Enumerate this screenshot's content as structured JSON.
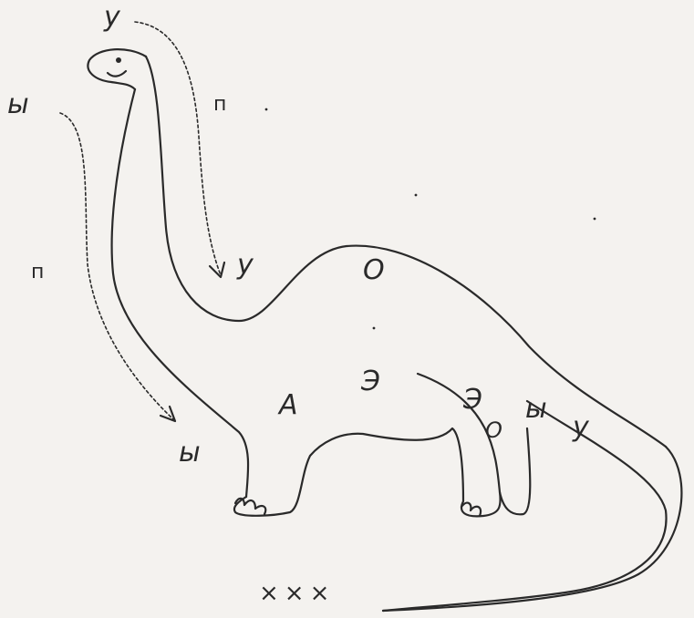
{
  "labels": {
    "y_top": "у",
    "p_neck": "п",
    "y_arrow": "у",
    "bl_left": "ы",
    "p_left": "п",
    "bl_arrow": "ы",
    "o_back": "О",
    "a_chest": "А",
    "e_belly": "Э",
    "e_rear": "Э",
    "o_hip": "О",
    "bl_tail": "ы",
    "y_tail": "у",
    "crosses": "×××"
  },
  "colors": {
    "ink": "#2a2a2a",
    "paper": "#f4f2ef"
  }
}
